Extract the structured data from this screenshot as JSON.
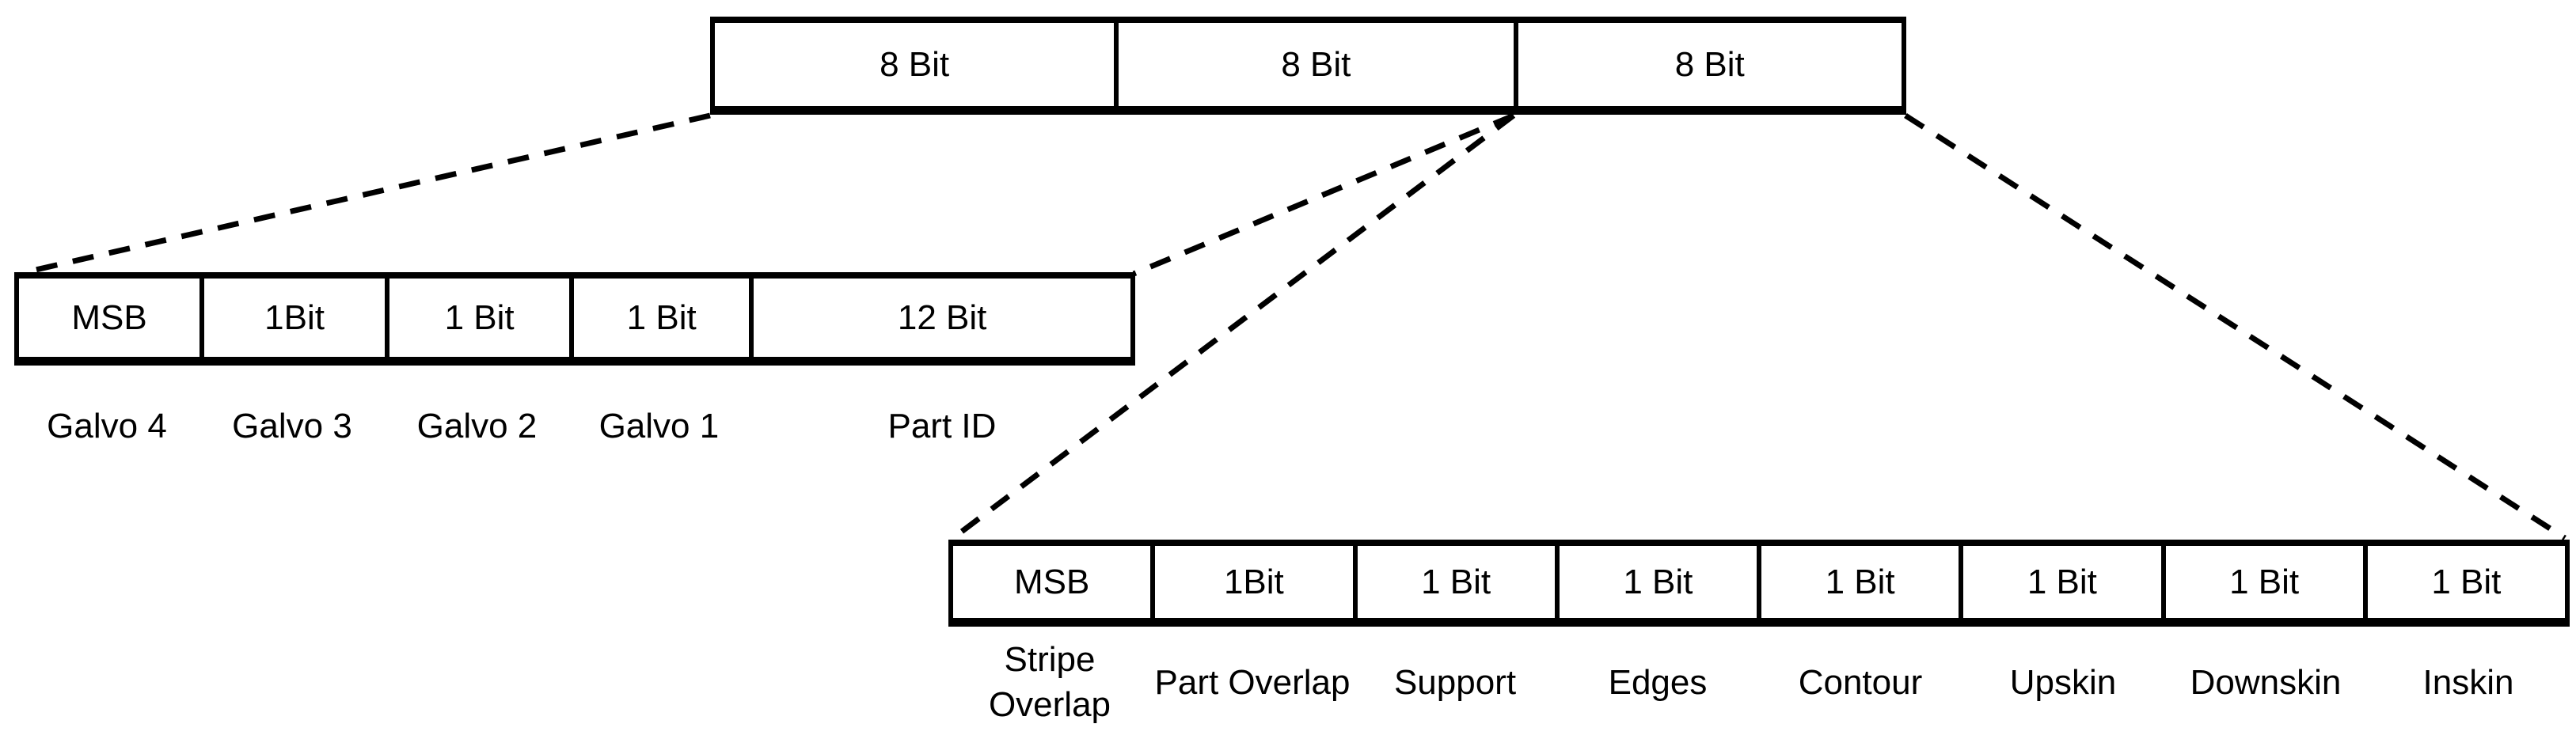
{
  "diagram": {
    "colors": {
      "background": "#ffffff",
      "line": "#000000",
      "text": "#000000"
    },
    "byte_row": {
      "cells": [
        {
          "bits": "8 Bit"
        },
        {
          "bits": "8 Bit"
        },
        {
          "bits": "8 Bit"
        }
      ]
    },
    "galvo_row": {
      "cells": [
        {
          "bits": "MSB",
          "label": "Galvo 4"
        },
        {
          "bits": "1Bit",
          "label": "Galvo 3"
        },
        {
          "bits": "1 Bit",
          "label": "Galvo 2"
        },
        {
          "bits": "1 Bit",
          "label": "Galvo 1"
        },
        {
          "bits": "12 Bit",
          "label": "Part ID"
        }
      ]
    },
    "mode_row": {
      "cells": [
        {
          "bits": "MSB",
          "label": "Stripe Overlap"
        },
        {
          "bits": "1Bit",
          "label": "Part Overlap"
        },
        {
          "bits": "1 Bit",
          "label": "Support"
        },
        {
          "bits": "1 Bit",
          "label": "Edges"
        },
        {
          "bits": "1 Bit",
          "label": "Contour"
        },
        {
          "bits": "1 Bit",
          "label": "Upskin"
        },
        {
          "bits": "1 Bit",
          "label": "Downskin"
        },
        {
          "bits": "1 Bit",
          "label": "Inskin"
        }
      ]
    }
  }
}
